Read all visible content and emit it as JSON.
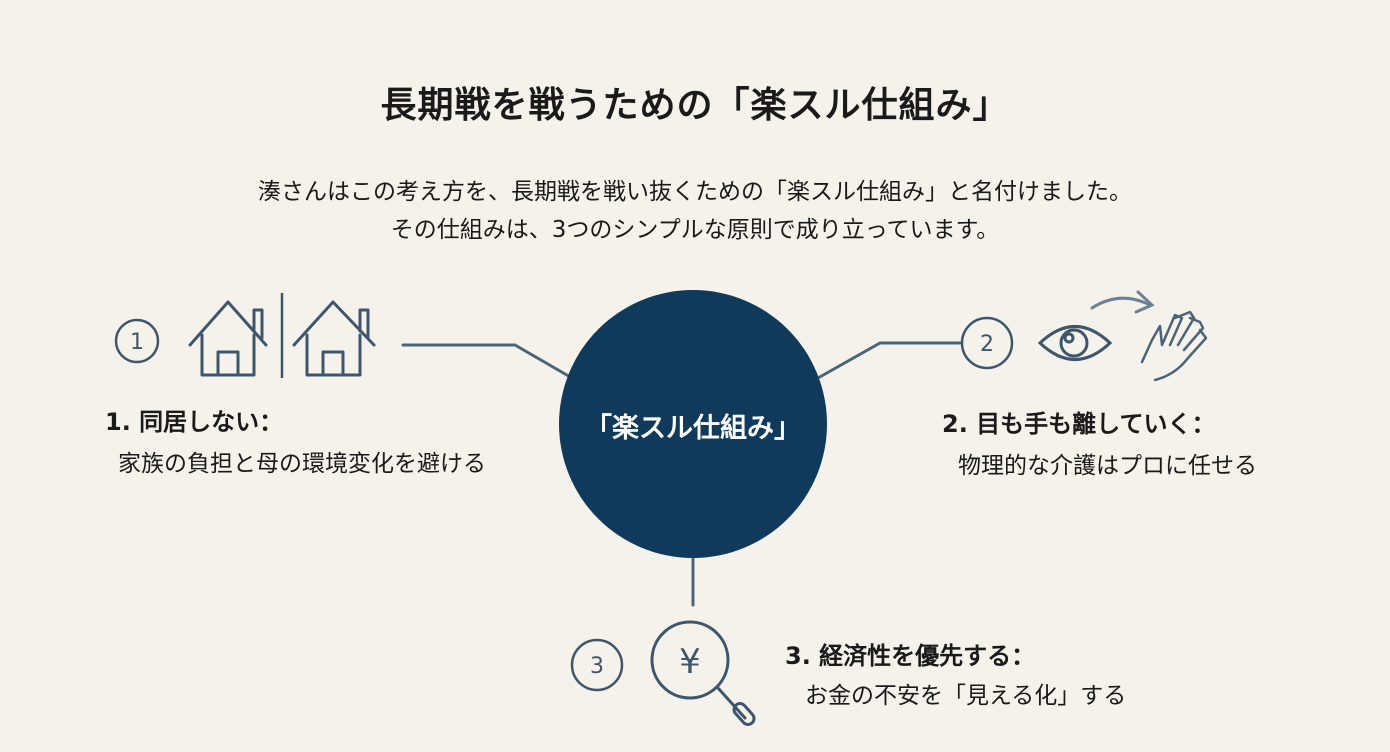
{
  "title": "長期戦を戦うための「楽スル仕組み」",
  "subtitle": [
    "湊さんはこの考え方を、長期戦を戦い抜くための「楽スル仕組み」と名付けました。",
    "その仕組みは、3つのシンプルな原則で成り立っています。"
  ],
  "center": {
    "label": "「楽スル仕組み」"
  },
  "principles": [
    {
      "number": "1",
      "title": "1. 同居しない：",
      "desc": "家族の負担と母の環境変化を避ける",
      "icons": [
        "house-icon",
        "house-icon"
      ]
    },
    {
      "number": "2",
      "title": "2. 目も手も離していく：",
      "desc": "物理的な介護はプロに任せる",
      "icons": [
        "eye-icon",
        "arrow-icon",
        "hand-icon"
      ]
    },
    {
      "number": "3",
      "title": "3. 経済性を優先する：",
      "desc": "お金の不安を「見える化」する",
      "icons": [
        "yen-magnifier-icon"
      ],
      "yen_symbol": "¥"
    }
  ],
  "colors": {
    "background": "#f5f2ec",
    "navy": "#0f3a5c",
    "line": "#4a6478"
  }
}
